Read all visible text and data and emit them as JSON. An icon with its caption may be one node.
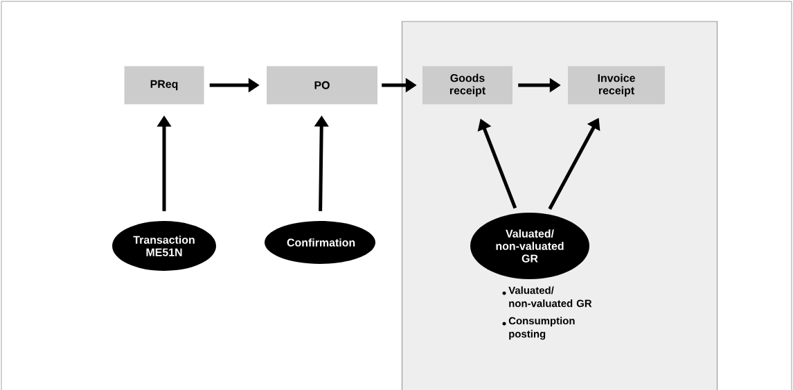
{
  "diagram": {
    "nodes": [
      {
        "text": [
          "PReq"
        ]
      },
      {
        "text": [
          "PO"
        ]
      },
      {
        "text": [],
        "shape": "box"
      },
      {
        "text": [
          "Goods receipt"
        ],
        "in": 2
      },
      {
        "text": [
          "Invoice receipt"
        ],
        "in": 2
      },
      {
        "text": [
          "Transaction ME51N"
        ]
      },
      {
        "text": [
          "Confirmation"
        ]
      },
      {
        "text": [
          "Valuated/ non-valuated GR"
        ],
        "in": 2,
        "beside": [
          "Valuated/ non-valuated GR",
          "Consumption posting"
        ]
      }
    ],
    "edges": [
      {
        "from": 0,
        "to": 1,
        "arrow": "to"
      },
      {
        "from": 1,
        "to": 3,
        "arrow": "to"
      },
      {
        "from": 3,
        "to": 4,
        "arrow": "to"
      },
      {
        "from": 5,
        "to": 0,
        "arrow": "to"
      },
      {
        "from": 6,
        "to": 1,
        "arrow": "to"
      },
      {
        "from": 7,
        "to": 3,
        "arrow": "to"
      },
      {
        "from": 7,
        "to": 4,
        "arrow": "to"
      }
    ]
  }
}
